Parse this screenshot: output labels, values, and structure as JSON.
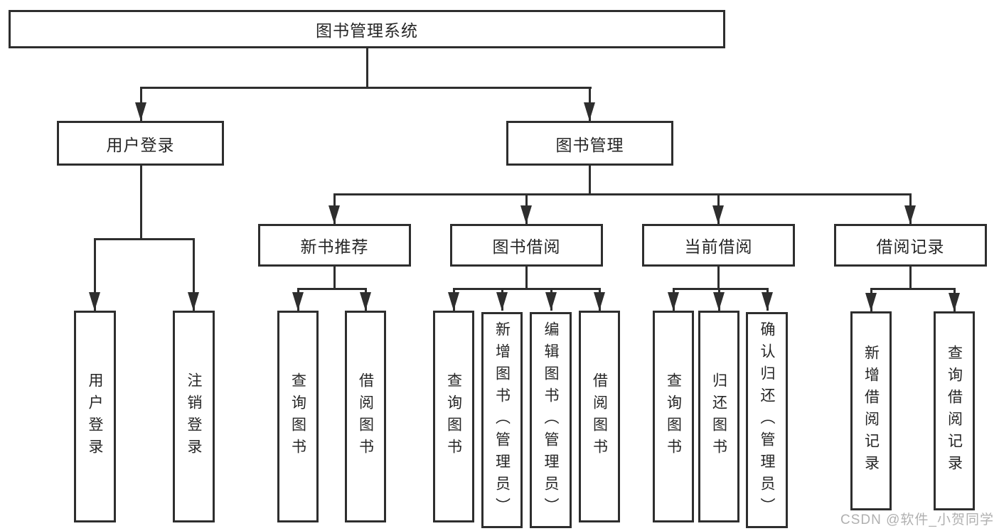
{
  "diagram": {
    "root": {
      "label": "图书管理系统"
    },
    "level2": [
      {
        "label": "用户登录"
      },
      {
        "label": "图书管理"
      }
    ],
    "level3": [
      {
        "label": "新书推荐"
      },
      {
        "label": "图书借阅"
      },
      {
        "label": "当前借阅"
      },
      {
        "label": "借阅记录"
      }
    ],
    "groups": {
      "login": [
        "用户登录",
        "注销登录"
      ],
      "new_books": [
        "查询图书",
        "借阅图书"
      ],
      "borrowing": [
        "查询图书",
        "新增图书（管理员）",
        "编辑图书（管理员）",
        "借阅图书"
      ],
      "current": [
        "查询图书",
        "归还图书",
        "确认归还（管理员）"
      ],
      "records": [
        "新增借阅记录",
        "查询借阅记录"
      ]
    }
  },
  "watermark": {
    "text": "CSDN @软件_小贺同学"
  },
  "colors": {
    "line": "#2e2e2e",
    "text": "#262626",
    "background": "#ffffff",
    "watermark_text": "#b0b0b0"
  }
}
